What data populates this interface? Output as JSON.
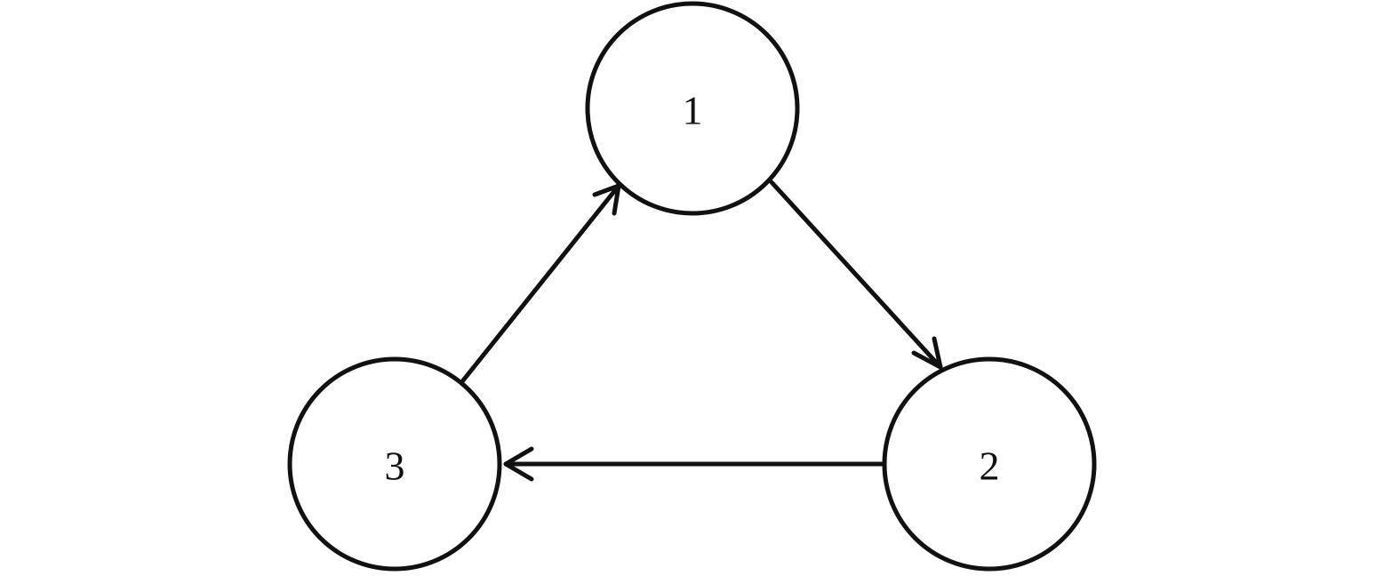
{
  "diagram": {
    "nodes": [
      {
        "id": "1",
        "label": "1"
      },
      {
        "id": "2",
        "label": "2"
      },
      {
        "id": "3",
        "label": "3"
      }
    ],
    "edges": [
      {
        "from": "1",
        "to": "2"
      },
      {
        "from": "2",
        "to": "3"
      },
      {
        "from": "3",
        "to": "1"
      }
    ],
    "colors": {
      "stroke": "#111111",
      "background": "#ffffff"
    }
  }
}
